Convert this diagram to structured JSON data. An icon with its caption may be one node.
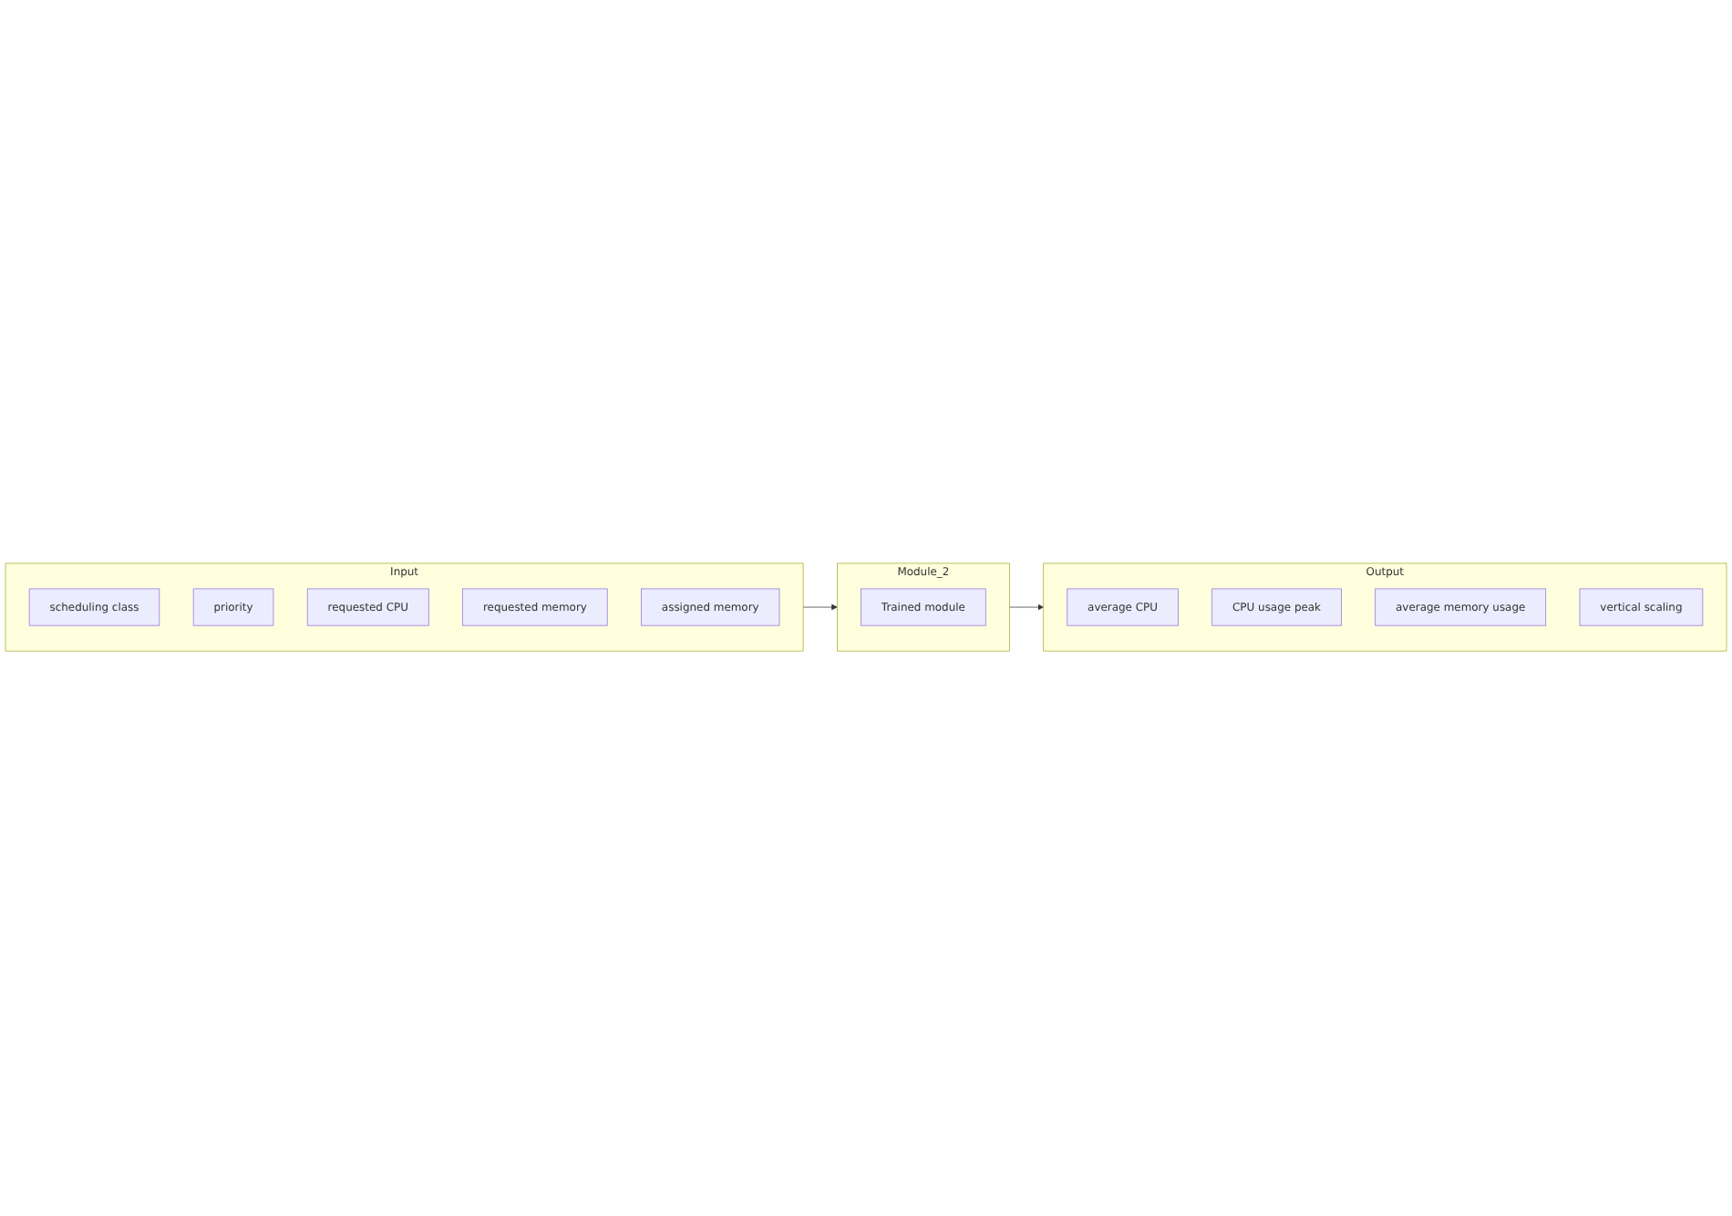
{
  "diagram": {
    "nodes": [
      {
        "text": [
          "Input"
        ]
      },
      {
        "text": [
          "scheduling class"
        ],
        "in": 0
      },
      {
        "text": [
          "priority"
        ],
        "in": 0
      },
      {
        "text": [
          "requested CPU"
        ],
        "in": 0
      },
      {
        "text": [
          "requested memory"
        ],
        "in": 0
      },
      {
        "text": [
          "assigned memory"
        ],
        "in": 0
      },
      {
        "text": [
          "Module_2"
        ]
      },
      {
        "text": [
          "Trained module"
        ],
        "in": 6
      },
      {
        "text": [
          "Output"
        ]
      },
      {
        "text": [
          "average CPU"
        ],
        "in": 8
      },
      {
        "text": [
          "CPU usage peak"
        ],
        "in": 8
      },
      {
        "text": [
          "average memory usage"
        ],
        "in": 8
      },
      {
        "text": [
          "vertical scaling"
        ],
        "in": 8
      }
    ],
    "edges": [
      {
        "from": 0,
        "to": 6,
        "arrow": "to"
      },
      {
        "from": 6,
        "to": 8,
        "arrow": "to"
      }
    ]
  }
}
